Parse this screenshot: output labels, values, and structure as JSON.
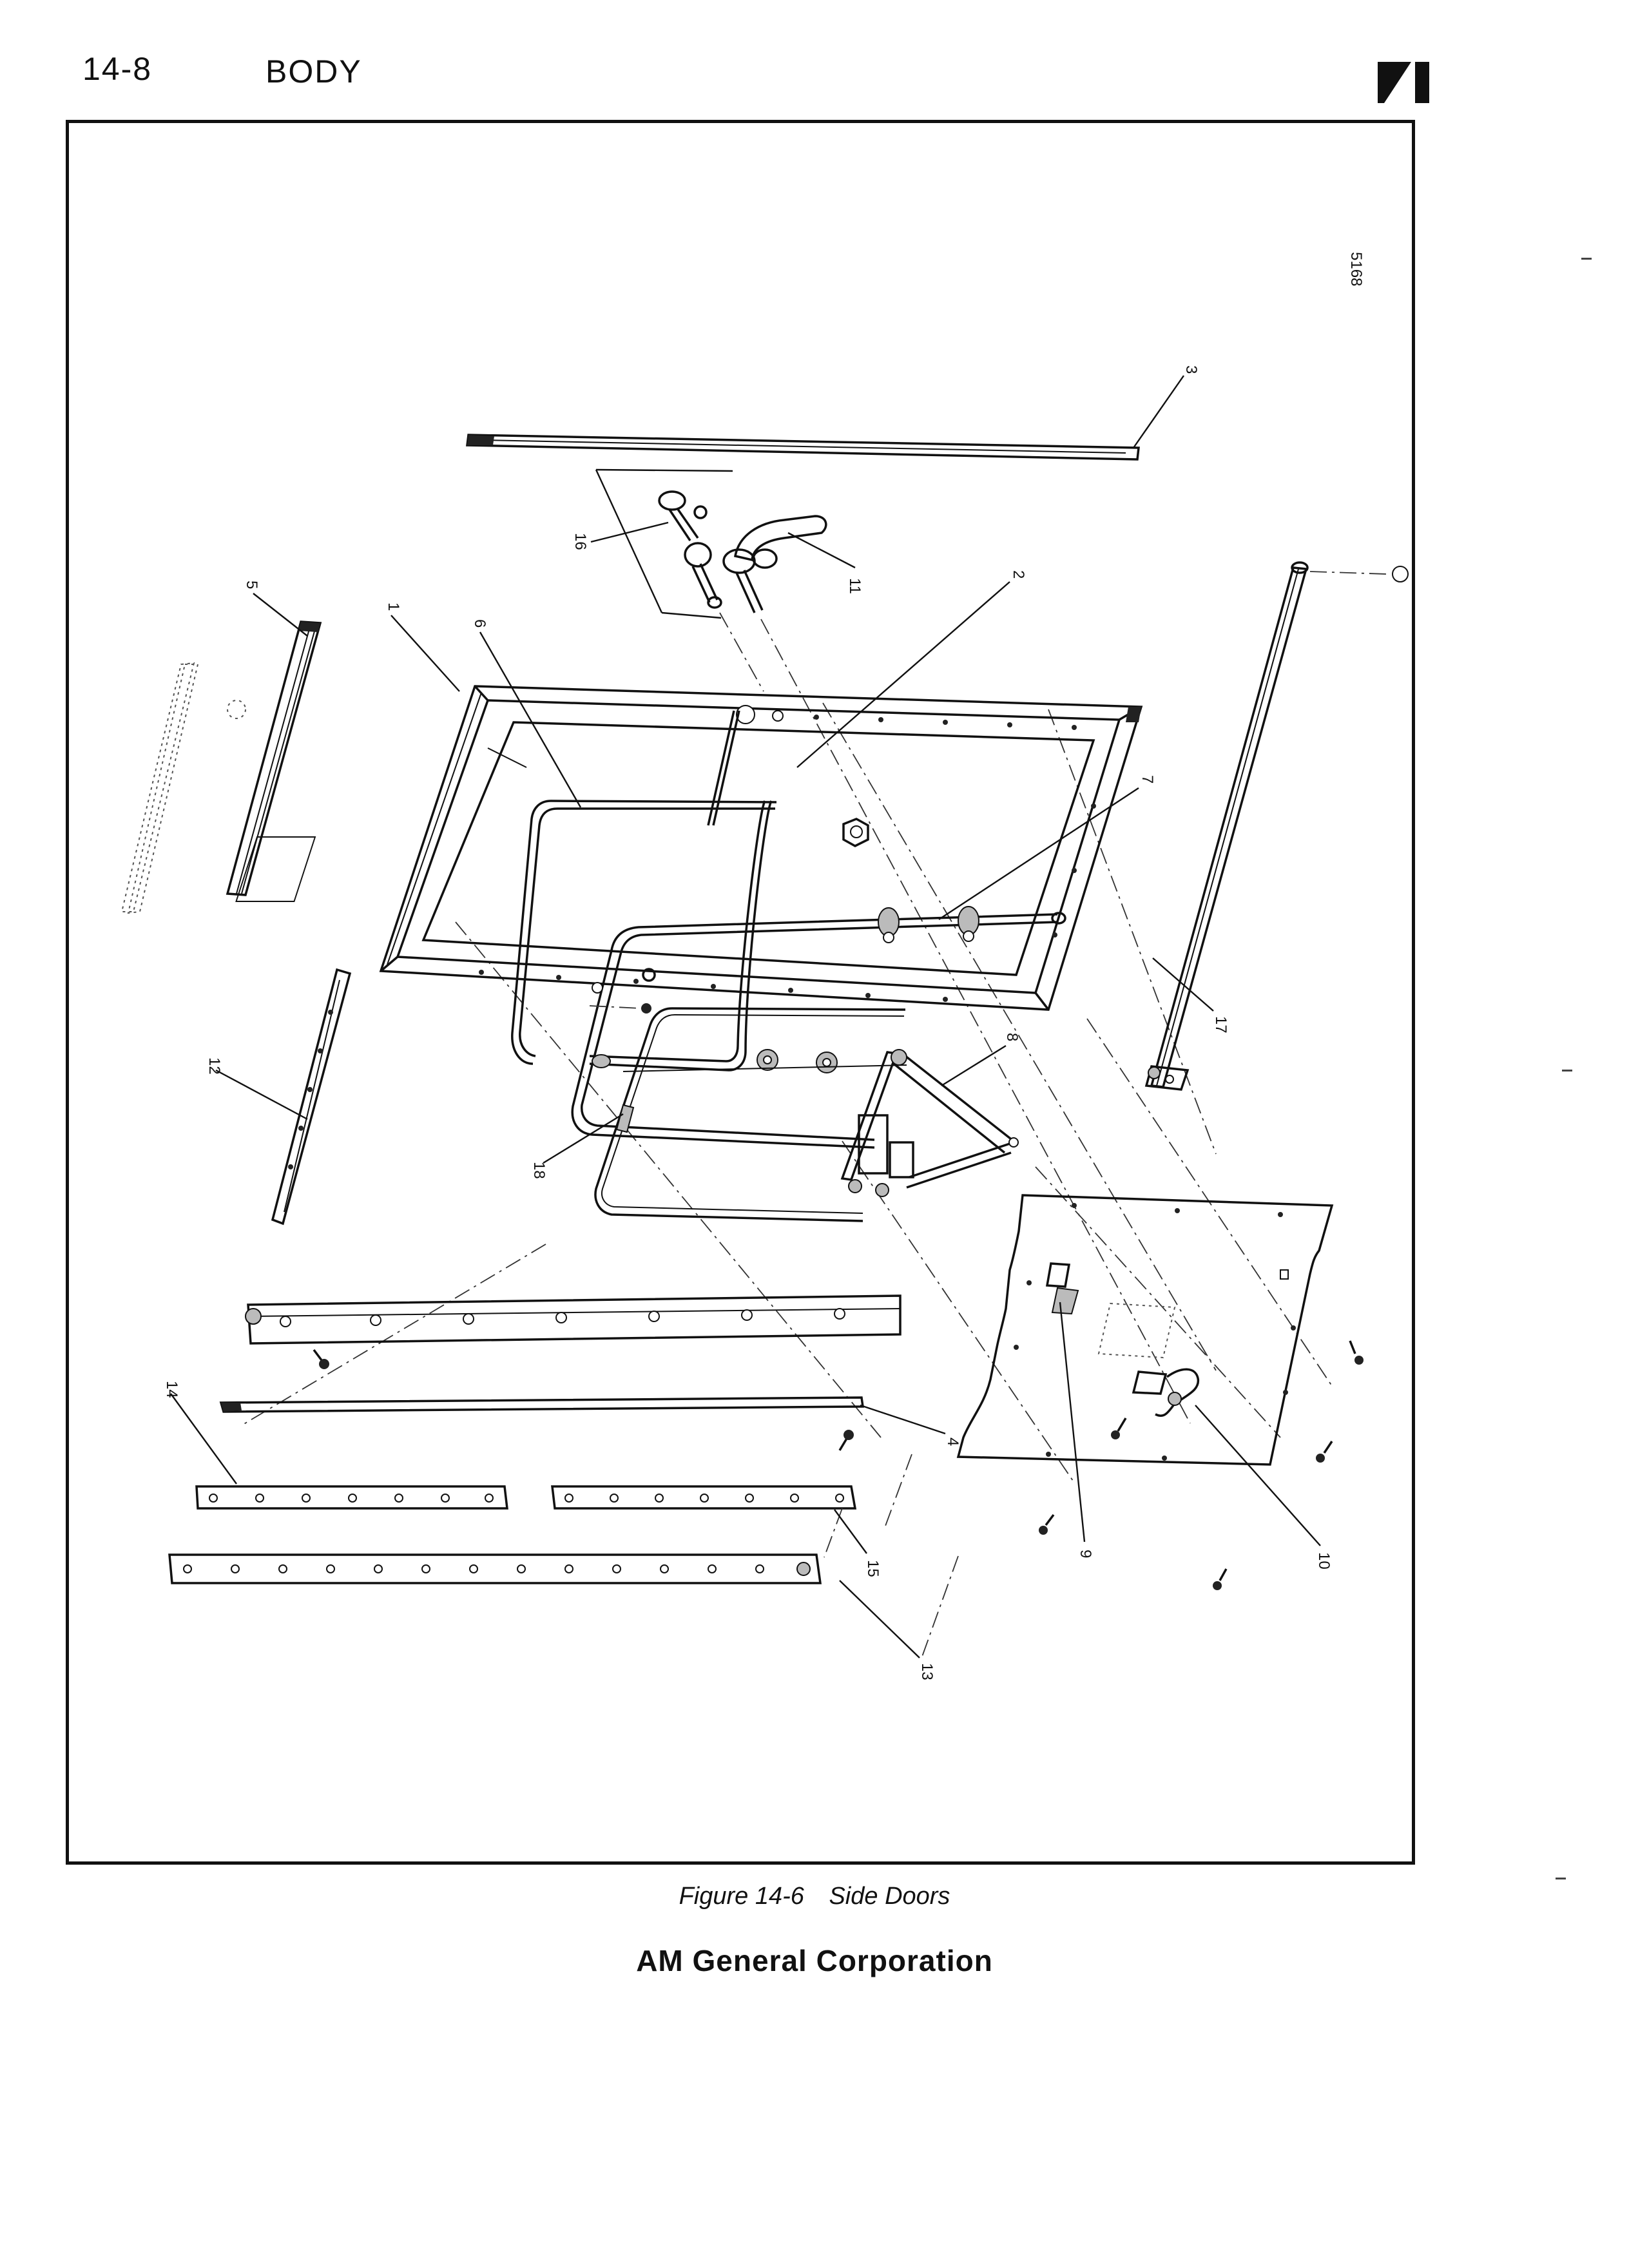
{
  "header": {
    "page_number": "14-8",
    "section": "BODY"
  },
  "figure": {
    "id": "5168",
    "label": "Figure 14-6",
    "title": "Side Doors",
    "callouts": [
      "1",
      "2",
      "3",
      "4",
      "5",
      "6",
      "7",
      "8",
      "9",
      "10",
      "11",
      "12",
      "13",
      "14",
      "15",
      "16",
      "17",
      "18"
    ]
  },
  "footer": {
    "publisher": "AM General Corporation"
  }
}
